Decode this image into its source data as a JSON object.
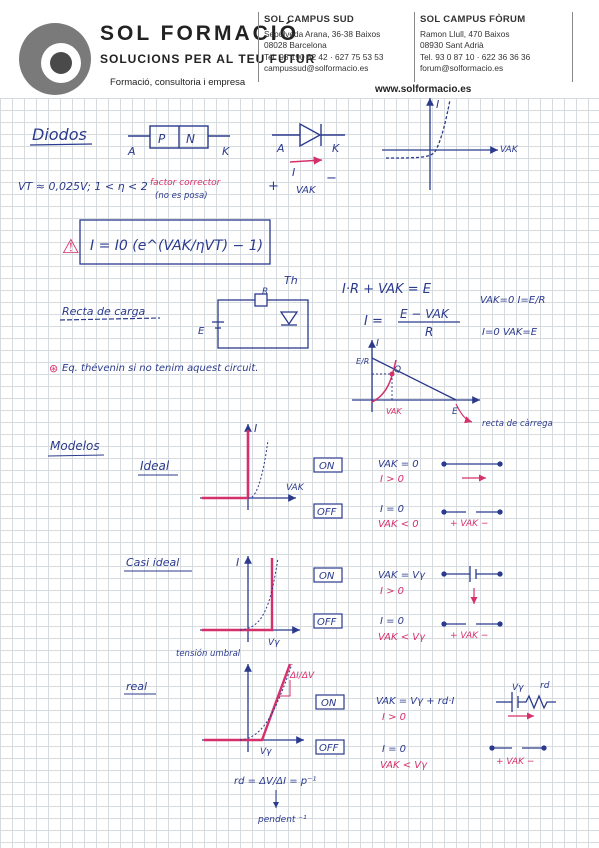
{
  "header": {
    "brand": "SOL FORMACIÓ",
    "tagline": "SOLUCIONS PER AL TEU FUTUR",
    "subtagline": "Formació, consultoria i empresa",
    "website": "www.solformacio.es",
    "campus_sud": {
      "title": "SOL CAMPUS SUD",
      "lines": [
        "Sepúlveda Arana, 36-38 Baixos",
        "08028 Barcelona",
        "Tel. 93 190 82 42 · 627 75 53 53",
        "campussud@solformacio.es"
      ]
    },
    "campus_forum": {
      "title": "SOL CAMPUS FÒRUM",
      "lines": [
        "Ramon Llull, 470 Baixos",
        "08930 Sant Adrià",
        "Tel. 93 0 87 10 · 622 36 36 36",
        "forum@solformacio.es"
      ]
    }
  },
  "notes": {
    "title": "Diodos",
    "diode_block": {
      "p": "P",
      "n": "N",
      "a": "A",
      "k": "K"
    },
    "symbol": {
      "a": "A",
      "k": "K",
      "i": "I",
      "vak": "VAK"
    },
    "graph1": {
      "i": "I",
      "vak": "VAK"
    },
    "vt_line": "VT ≈ 0,025V; 1 < η < 2",
    "factor_note": "factor corrector",
    "factor_note2": "(no es posa)",
    "equation": "I = I0 (e^(VAK/ηVT) − 1)",
    "recta_title": "Recta de carga",
    "thevenin_note": "Eq. thévenin si no tenim aquest circuit.",
    "circuit": {
      "th": "Th",
      "r": "R",
      "e": "E"
    },
    "kvl_eq": "I·R + VAK = E",
    "current_eq_lhs": "I =",
    "current_eq_num": "E − VAK",
    "current_eq_den": "R",
    "cut1": "VAK=0  I=E/R",
    "cut2": "I=0  VAK=E",
    "load_graph": {
      "i": "I",
      "q": "Q",
      "er": "E/R",
      "vak": "VAK",
      "e": "E",
      "note": "recta de càrrega"
    },
    "modelos_title": "Modelos",
    "models": [
      {
        "name": "Ideal",
        "on_label": "ON",
        "off_label": "OFF",
        "on_cond": "VAK = 0",
        "on_cond2": "I > 0",
        "off_cond": "I = 0",
        "off_cond2": "VAK < 0",
        "i_label": "I",
        "vak_label": "VAK",
        "off_sym": "+ VAK −"
      },
      {
        "name": "Casi ideal",
        "on_label": "ON",
        "off_label": "OFF",
        "on_cond": "VAK = Vγ",
        "on_cond2": "I > 0",
        "off_cond": "I = 0",
        "off_cond2": "VAK < Vγ",
        "i_label": "I",
        "vg_label": "Vγ",
        "off_sym": "+ VAK −",
        "tension_note": "tensión umbral"
      },
      {
        "name": "real",
        "on_label": "ON",
        "off_label": "OFF",
        "on_cond": "VAK = Vγ + rd·I",
        "on_cond2": "I > 0",
        "off_cond": "I = 0",
        "off_cond2": "VAK < Vγ",
        "rd_label": "rd",
        "slope_label": "ΔI/ΔV",
        "vg_label": "Vγ",
        "off_sym": "+ VAK −",
        "rd_eq": "rd = ΔV/ΔI = p⁻¹",
        "pendiente_note": "pendent ⁻¹"
      }
    ]
  }
}
